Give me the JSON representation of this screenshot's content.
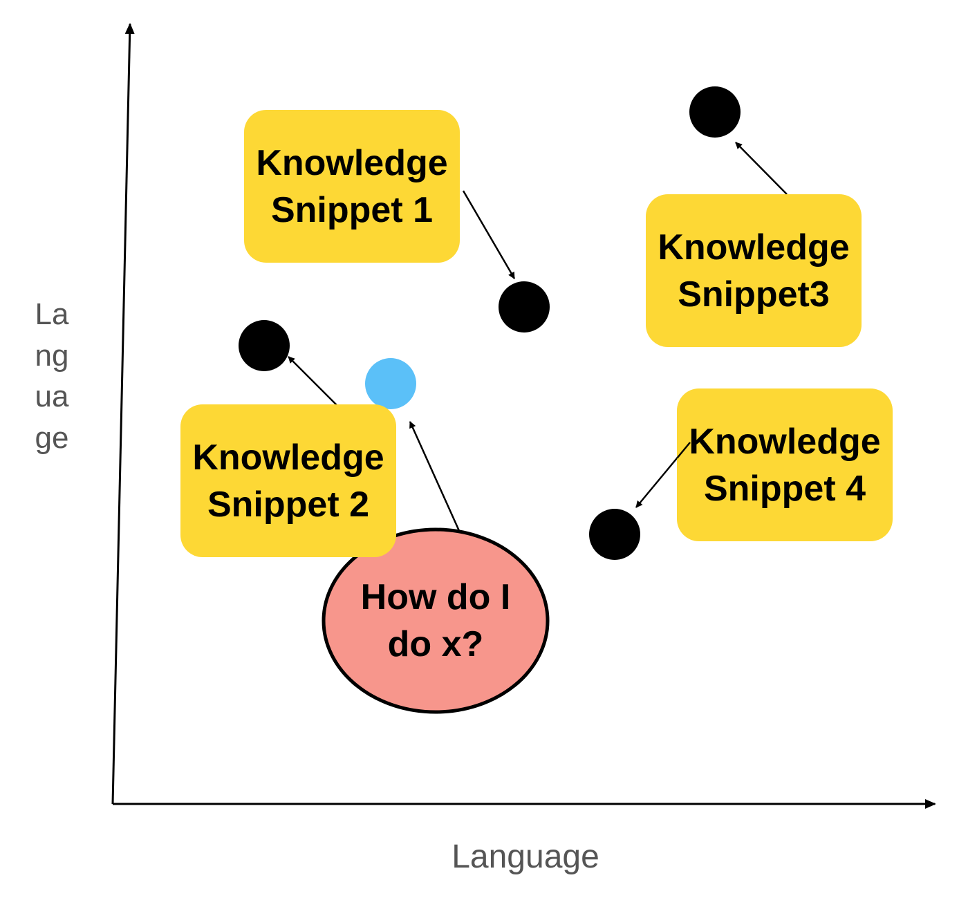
{
  "snippets": [
    {
      "line1": "Knowledge",
      "line2": "Snippet 1"
    },
    {
      "line1": "Knowledge",
      "line2": "Snippet 2"
    },
    {
      "line1": "Knowledge",
      "line2": "Snippet3"
    },
    {
      "line1": "Knowledge",
      "line2": "Snippet 4"
    }
  ],
  "query": {
    "line1": "How do I",
    "line2": "do x?"
  },
  "axes": {
    "x_label": "Language",
    "y_label": "Language"
  },
  "colors": {
    "snippet_fill": "#FDD835",
    "query_fill": "#F7968C",
    "query_point": "#5BC0F8",
    "snippet_point": "#000000",
    "axis_label": "#555555"
  }
}
